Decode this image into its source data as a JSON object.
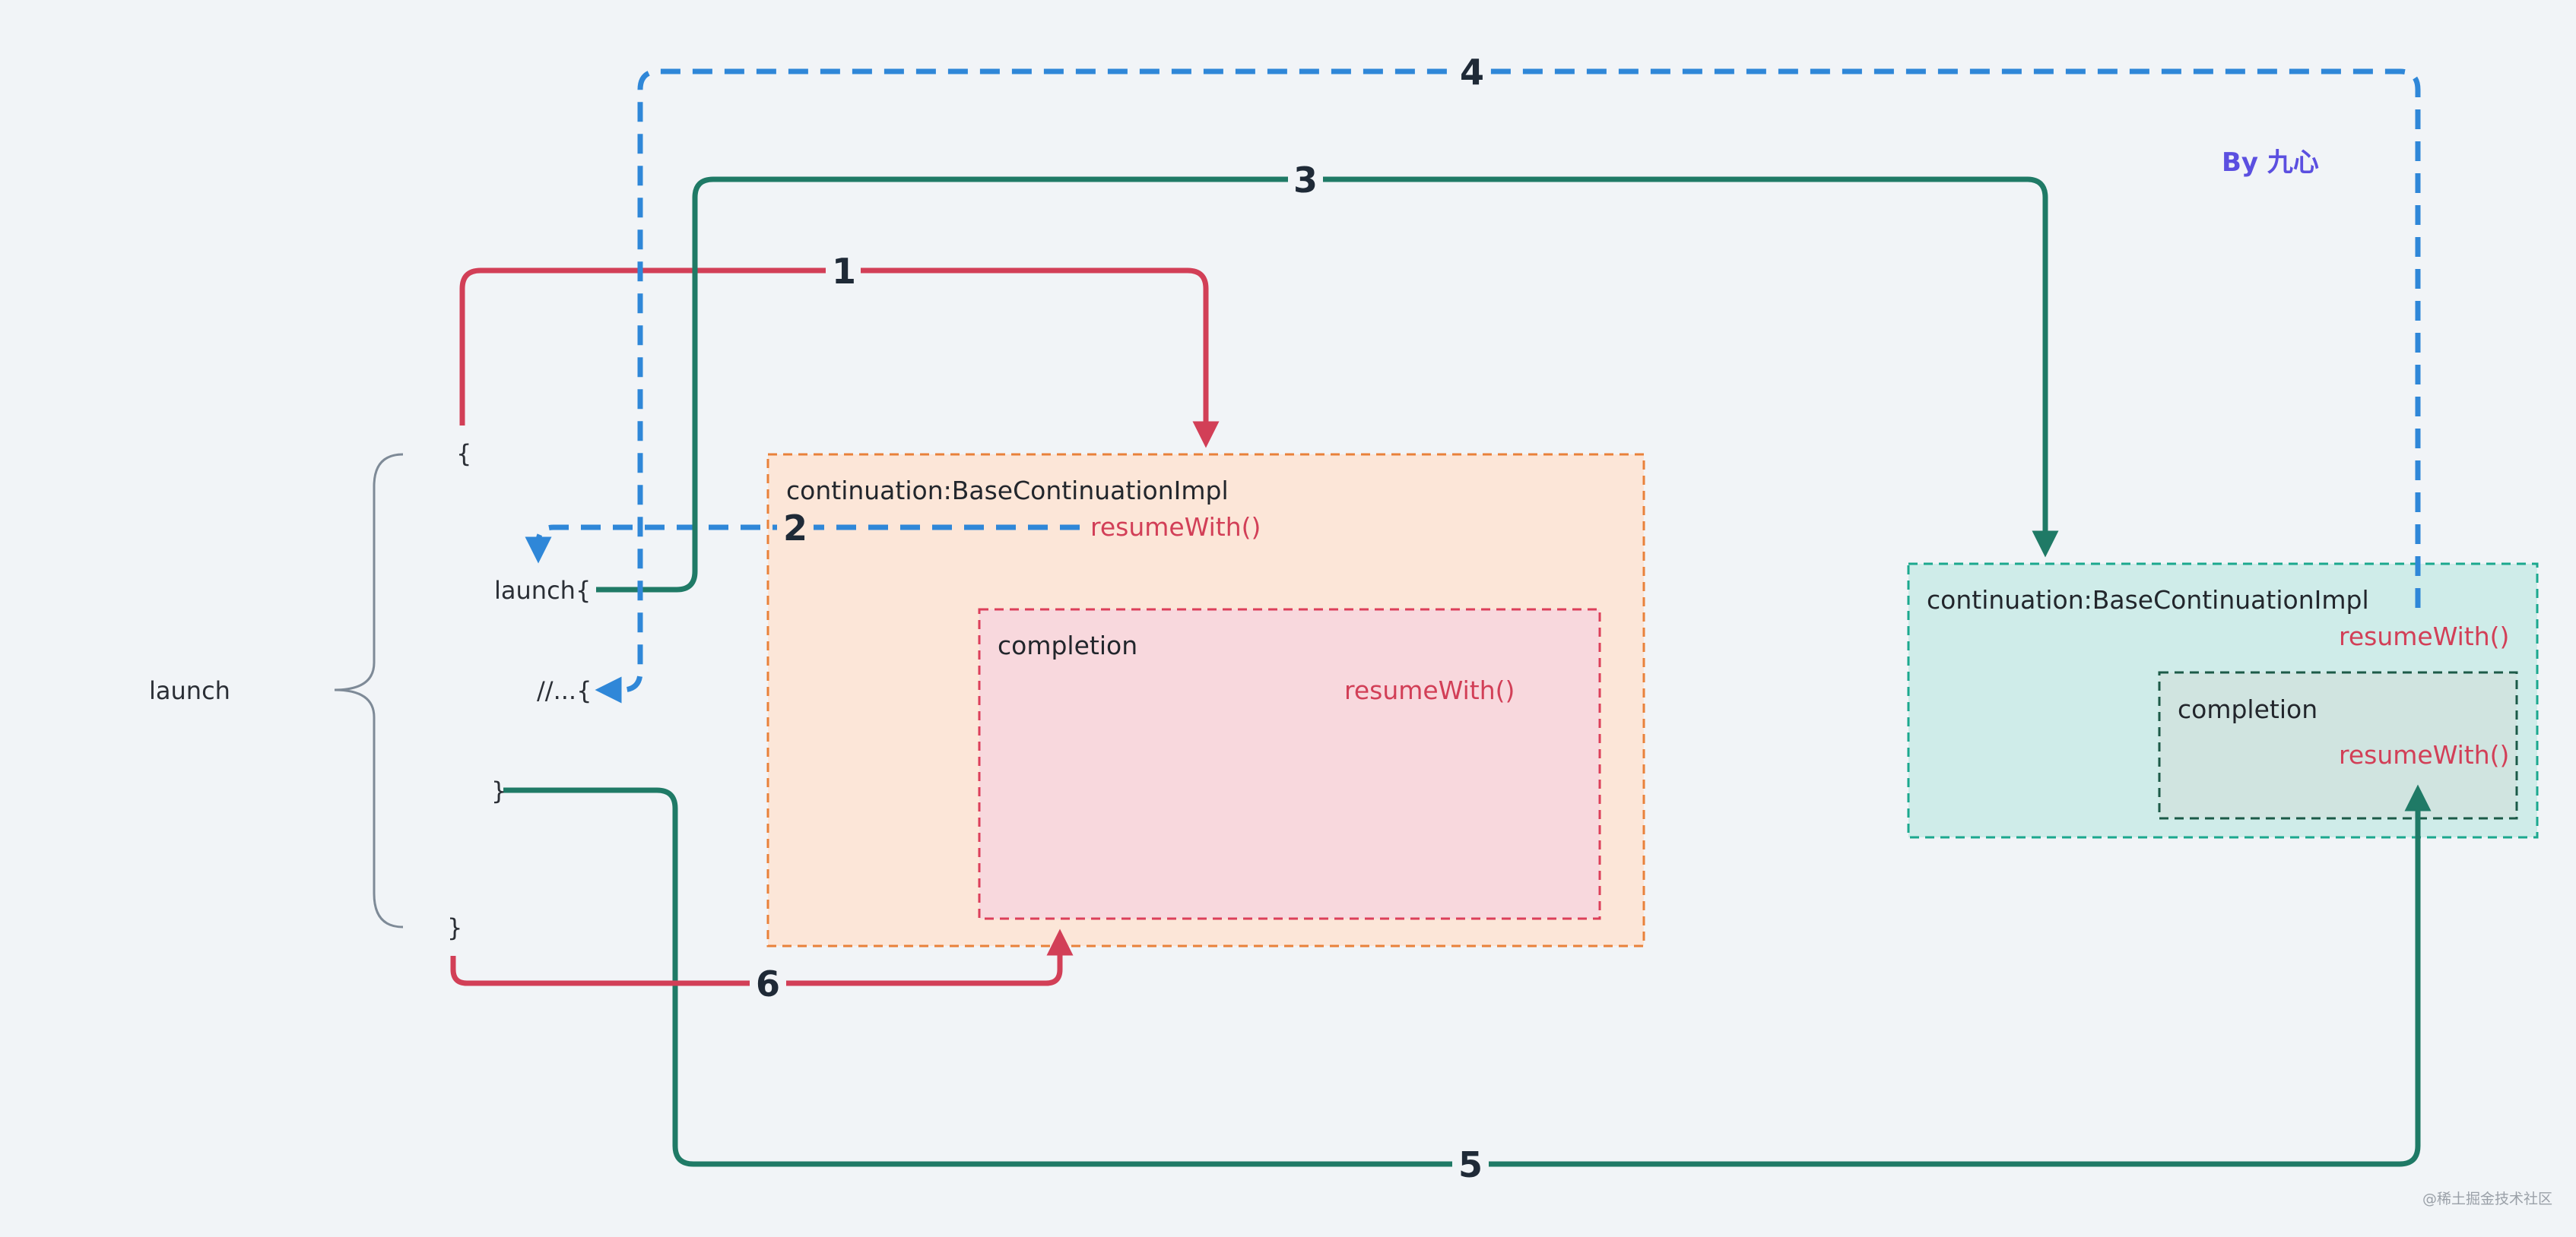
{
  "colors": {
    "background": "#f1f4f7",
    "red": "#d23f57",
    "green": "#1f7a66",
    "blue": "#2f87d8",
    "gray_brace": "#7e8a97",
    "orange_box_fill": "#fce6d8",
    "orange_box_border": "#e9813a",
    "pink_box_fill": "#f8d8dd",
    "pink_box_border": "#dc3f5a",
    "teal_box_fill": "#cfece9",
    "teal_box_border": "#1ba88e",
    "inner_green_box_fill": "#d0e4e0",
    "inner_green_box_border": "#1c5a48"
  },
  "left_code": {
    "launch_label": "launch",
    "open_brace": "{",
    "inner_launch": "launch{",
    "comment": "//...{",
    "inner_close_brace": "}",
    "outer_close_brace": "}"
  },
  "left_box": {
    "title": "continuation:BaseContinuationImpl",
    "resume_label": "resumeWith()",
    "completion": {
      "title": "completion",
      "resume_label": "resumeWith()"
    }
  },
  "right_box": {
    "title": "continuation:BaseContinuationImpl",
    "resume_label": "resumeWith()",
    "completion": {
      "title": "completion",
      "resume_label": "resumeWith()"
    }
  },
  "steps": [
    "1",
    "2",
    "3",
    "4",
    "5",
    "6"
  ],
  "author": "By 九心",
  "watermark": "@稀土掘金技术社区"
}
